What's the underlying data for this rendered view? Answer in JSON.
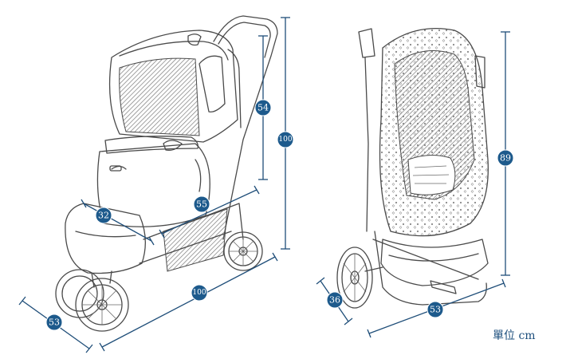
{
  "unit_label": "單位 cm",
  "colors": {
    "dimension": "#1d5a8c",
    "line": "#4a4a4a",
    "mesh": "#7a7a7a"
  },
  "left_view": {
    "dimensions": [
      {
        "id": "handle-height",
        "value": "54"
      },
      {
        "id": "total-height",
        "value": "100"
      },
      {
        "id": "seat-width",
        "value": "32"
      },
      {
        "id": "seat-depth",
        "value": "55"
      },
      {
        "id": "total-length",
        "value": "100"
      },
      {
        "id": "front-width",
        "value": "53"
      }
    ]
  },
  "right_view": {
    "dimensions": [
      {
        "id": "folded-height",
        "value": "89"
      },
      {
        "id": "folded-depth",
        "value": "36"
      },
      {
        "id": "folded-width",
        "value": "53"
      }
    ]
  }
}
